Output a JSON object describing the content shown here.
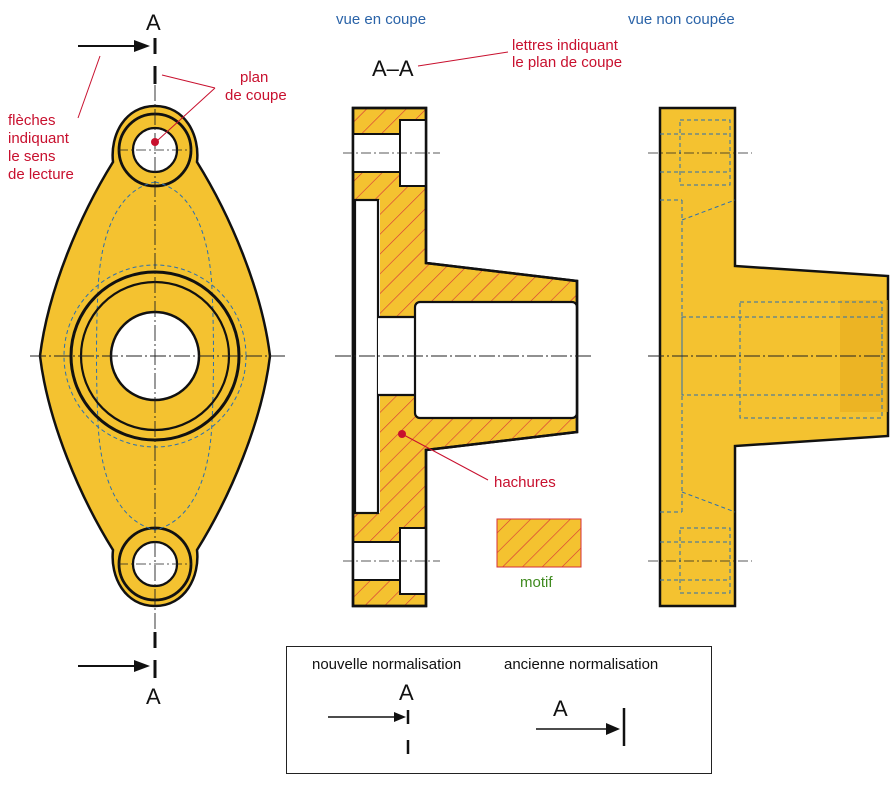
{
  "colors": {
    "fill": "#f4c230",
    "fill_dark": "#e2a81a",
    "outline": "#111111",
    "hatch": "#d6303a",
    "hidden": "#2a6fb0",
    "annotation_red": "#c8102e",
    "caption_blue": "#2a63a8",
    "caption_green": "#3f8a1f"
  },
  "labels": {
    "section_letter_top": "A",
    "section_letter_bottom": "A",
    "section_view_caption": "vue en coupe",
    "unsectioned_view_caption": "vue non coupée",
    "section_name": "A–A",
    "letters_note_line1": "lettres indiquant",
    "letters_note_line2": "le plan de coupe",
    "cutting_plane_line1": "plan",
    "cutting_plane_line2": "de coupe",
    "arrows_note_line1": "flèches",
    "arrows_note_line2": "indiquant",
    "arrows_note_line3": "le sens",
    "arrows_note_line4": "de lecture",
    "hatching": "hachures",
    "pattern": "motif"
  },
  "legend": {
    "new_standard": "nouvelle normalisation",
    "old_standard": "ancienne normalisation",
    "new_letter": "A",
    "old_letter": "A"
  },
  "icons": [
    "arrow-right-icon",
    "cutting-plane-mark-icon",
    "annotation-dot-icon"
  ]
}
